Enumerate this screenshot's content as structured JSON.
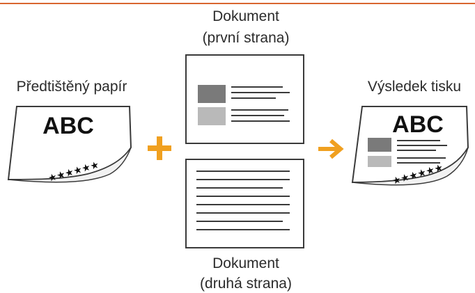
{
  "colors": {
    "accent": "#f0a020",
    "rule": "#d9652f",
    "line": "#3a3a3a",
    "block_dark": "#7a7a7a",
    "block_light": "#b9b9b9"
  },
  "left": {
    "caption": "Předtištěný papír",
    "sheet_text": "ABC",
    "stars": "★★★★★★"
  },
  "doc_first": {
    "caption_line1": "Dokument",
    "caption_line2": "(první strana)"
  },
  "doc_second": {
    "caption_line1": "Dokument",
    "caption_line2": "(druhá strana)"
  },
  "right": {
    "caption": "Výsledek tisku",
    "sheet_text": "ABC",
    "stars": "★★★★★★"
  },
  "icons": {
    "plus": "plus-icon",
    "arrow": "arrow-right-icon"
  }
}
